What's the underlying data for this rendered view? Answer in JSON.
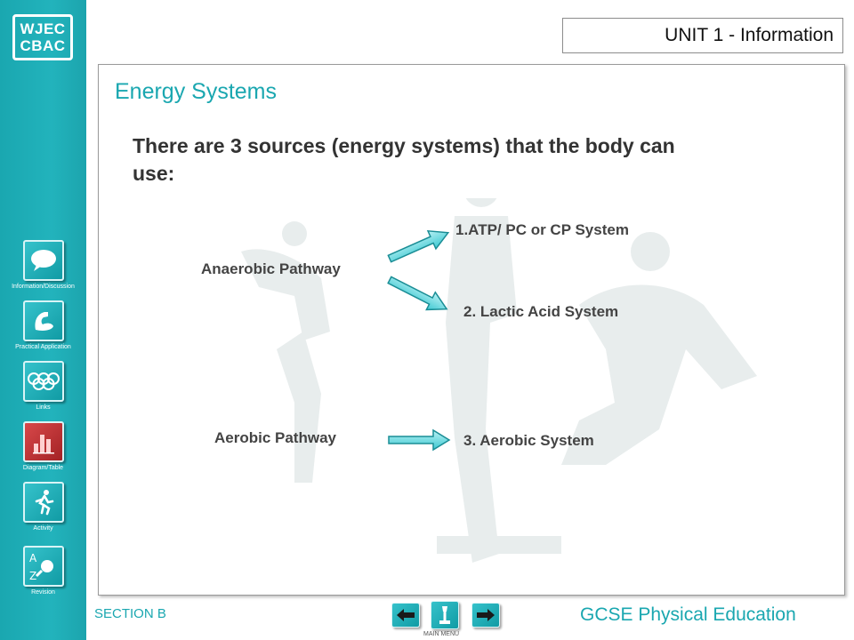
{
  "logo": {
    "line1": "WJEC",
    "line2": "CBAC"
  },
  "header": {
    "unit_title": "UNIT 1 - Information"
  },
  "sidebar": {
    "items": [
      {
        "label": "Information/Discussion",
        "icon": "speech-bubble-icon"
      },
      {
        "label": "Practical Application",
        "icon": "flexed-arm-icon"
      },
      {
        "label": "Links",
        "icon": "olympic-rings-icon"
      },
      {
        "label": "Diagram/Table",
        "icon": "bar-chart-icon"
      },
      {
        "label": "Activity",
        "icon": "running-figure-icon"
      },
      {
        "label": "Revision",
        "icon": "a-z-magnifier-icon"
      }
    ]
  },
  "main": {
    "title": "Energy Systems",
    "intro": "There are 3 sources (energy systems) that the body can use:",
    "diagram": {
      "anaerobic_label": "Anaerobic Pathway",
      "aerobic_label": "Aerobic Pathway",
      "system1": "1.ATP/ PC or CP System",
      "system2": "2. Lactic Acid System",
      "system3": "3. Aerobic System"
    }
  },
  "footer": {
    "section": "SECTION B",
    "course": "GCSE Physical Education",
    "menu_label": "MAIN MENU"
  },
  "colors": {
    "accent": "#1aa7b0",
    "highlight_button": "#c9393c",
    "watermark": "#e6ecec"
  }
}
